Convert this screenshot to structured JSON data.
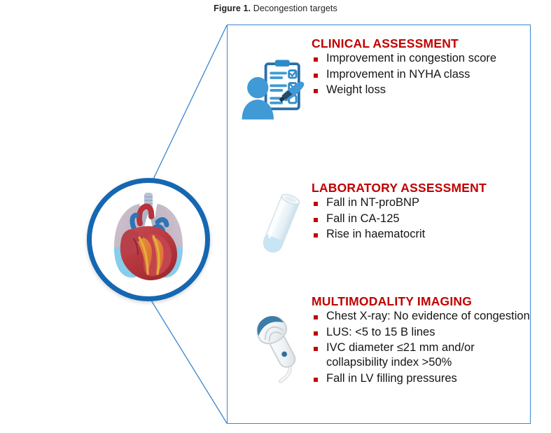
{
  "caption": {
    "label": "Figure 1.",
    "text": " Decongestion targets"
  },
  "colors": {
    "heading_red": "#c00000",
    "bullet_red": "#c00000",
    "panel_border_blue": "#3b86cd",
    "circle_ring_blue": "#1567b2",
    "icon_blue": "#2e8bc9",
    "body_text": "#151515"
  },
  "circle_badge": {
    "icon_name": "heart-and-lungs-illustration",
    "alt": "Heart and lungs anatomical illustration inside blue circle"
  },
  "sections": [
    {
      "id": "clinical",
      "title": "CLINICAL ASSESSMENT",
      "icon_name": "clinical-checklist-icon",
      "bullets": [
        "Improvement in congestion score",
        "Improvement in NYHA class",
        "Weight loss"
      ]
    },
    {
      "id": "laboratory",
      "title": "LABORATORY ASSESSMENT",
      "icon_name": "test-tube-icon",
      "bullets": [
        "Fall in NT-proBNP",
        "Fall in CA-125",
        "Rise in haematocrit"
      ]
    },
    {
      "id": "imaging",
      "title": "MULTIMODALITY IMAGING",
      "icon_name": "ultrasound-probe-icon",
      "bullets": [
        "Chest X-ray: No evidence of congestion",
        "LUS: <5 to 15 B lines",
        "IVC diameter ≤21 mm and/or collapsibility index >50%",
        "Fall in LV filling pressures"
      ]
    }
  ]
}
